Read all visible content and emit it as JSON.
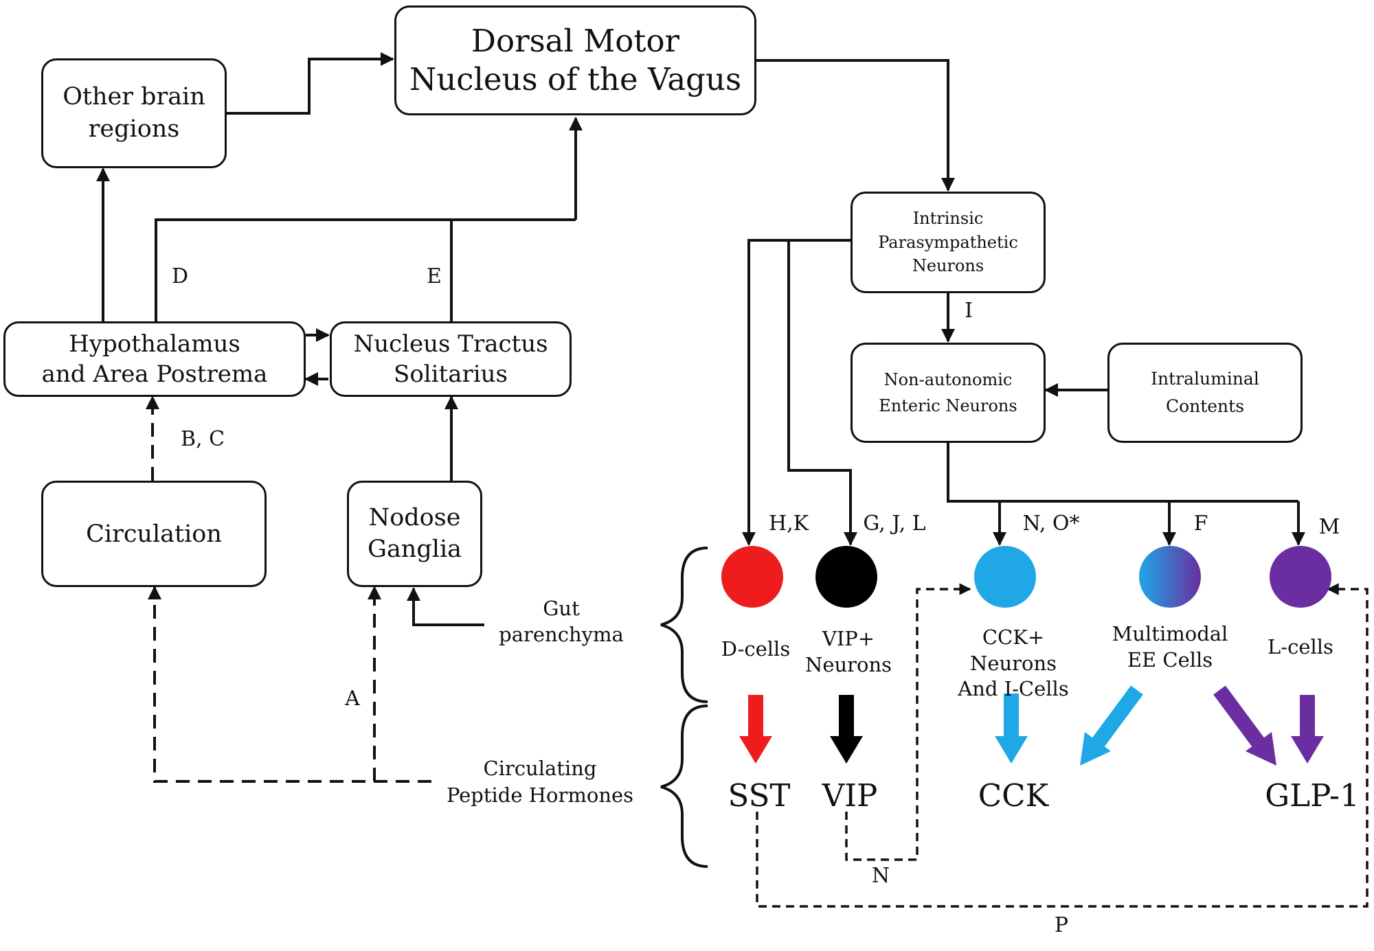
{
  "nodes": {
    "dmnv": "Dorsal Motor\nNucleus of the Vagus",
    "other_brain": "Other brain\nregions",
    "hypothalamus": "Hypothalamus\nand Area Postrema",
    "nts": "Nucleus Tractus\nSolitarius",
    "circulation": "Circulation",
    "nodose": "Nodose\nGanglia",
    "intrinsic": "Intrinsic\nParasympathetic\nNeurons",
    "non_autonomic": "Non-autonomic\nEnteric Neurons",
    "intraluminal": "Intraluminal\nContents"
  },
  "groups": {
    "gut_parenchyma": "Gut\nparenchyma",
    "circulating_hormones": "Circulating\nPeptide Hormones"
  },
  "cells": {
    "d_cells": "D-cells",
    "vip_neurons": "VIP+\nNeurons",
    "cck_cells": "CCK+ Neurons\nAnd I-Cells",
    "ee_cells": "Multimodal\nEE Cells",
    "l_cells": "L-cells"
  },
  "hormones": {
    "sst": "SST",
    "vip": "VIP",
    "cck": "CCK",
    "glp1": "GLP-1"
  },
  "edge_labels": {
    "a": "A",
    "bc": "B, C",
    "d": "D",
    "e": "E",
    "f": "F",
    "gjl": "G, J, L",
    "hk": "H,K",
    "i": "I",
    "m": "M",
    "no": "N, O*",
    "n2": "N",
    "p": "P"
  },
  "colors": {
    "sst_red": "#ee1c1c",
    "vip_black": "#000000",
    "cck_blue": "#1fa7e6",
    "glp1_purple": "#6a2ea0"
  }
}
